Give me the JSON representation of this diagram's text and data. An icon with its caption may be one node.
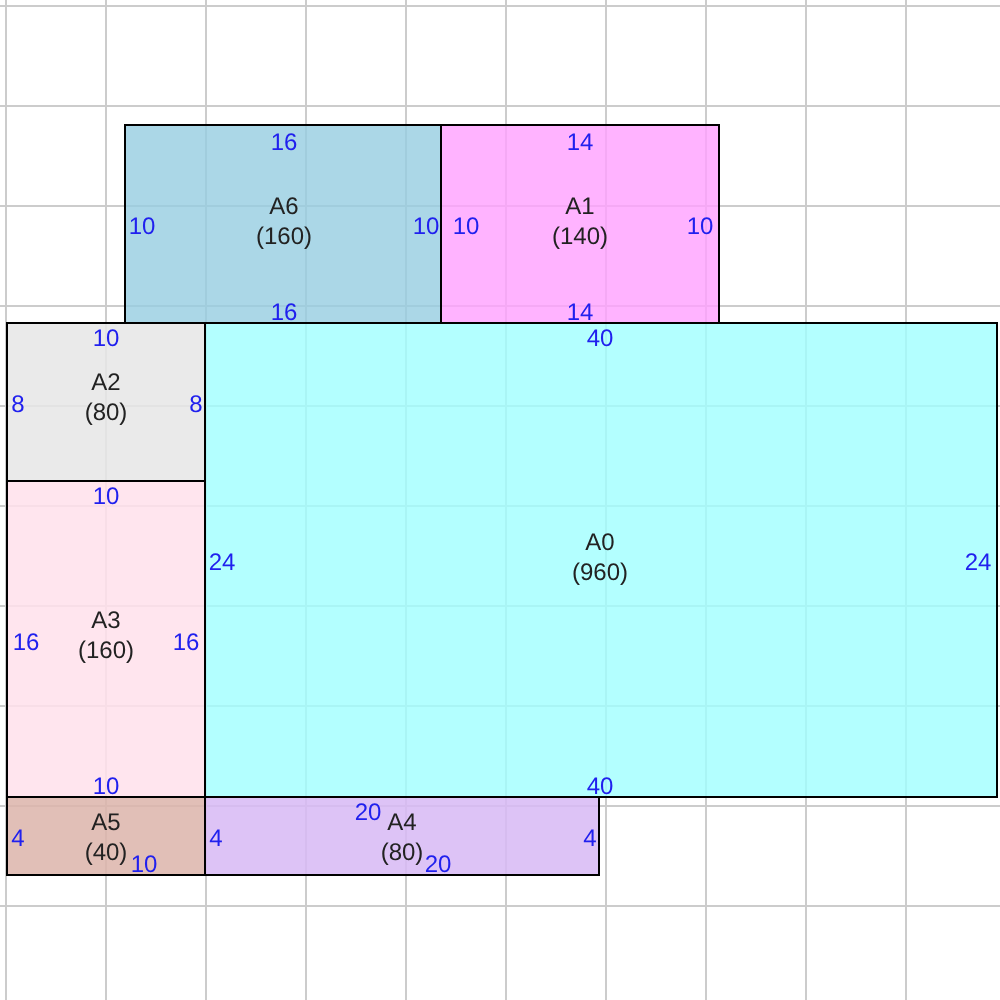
{
  "diagram": {
    "nodes": [
      {
        "text": [
          "A6",
          "(160)",
          "16",
          "10",
          "10",
          "16"
        ]
      },
      {
        "text": [
          "A1",
          "(140)",
          "14",
          "10",
          "10",
          "14"
        ]
      },
      {
        "text": [
          "A2",
          "(80)",
          "10",
          "8",
          "8"
        ]
      },
      {
        "text": [
          "A0",
          "(960)",
          "40",
          "24",
          "24",
          "40"
        ]
      },
      {
        "text": [
          "A3",
          "(160)",
          "10",
          "16",
          "16",
          "10"
        ]
      },
      {
        "text": [
          "A5",
          "(40)",
          "4",
          "10"
        ]
      },
      {
        "text": [
          "A4",
          "(80)",
          "20",
          "4",
          "4",
          "20"
        ]
      }
    ]
  }
}
